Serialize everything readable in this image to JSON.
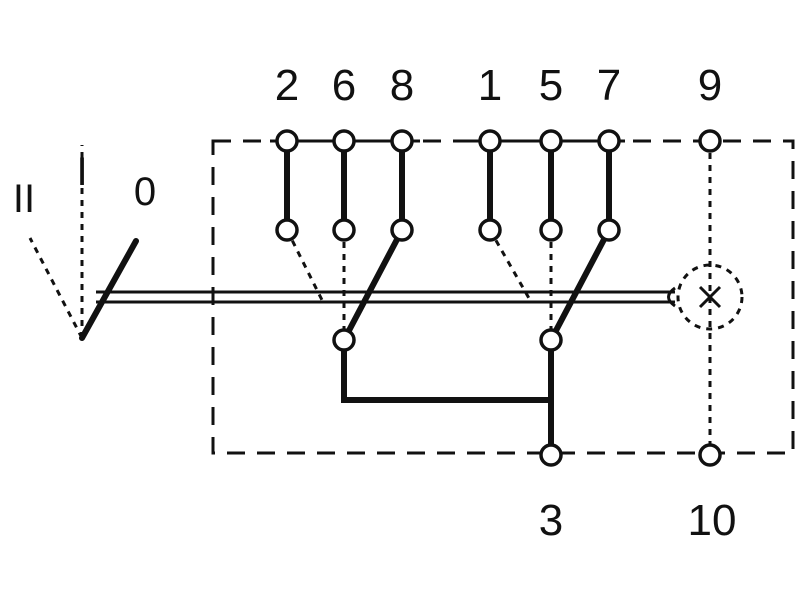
{
  "diagram": {
    "terminals_top": [
      "2",
      "6",
      "8",
      "1",
      "5",
      "7",
      "9"
    ],
    "terminals_bottom": [
      "3",
      "10"
    ],
    "positions": {
      "off": "0",
      "one": "I",
      "two": "II"
    }
  }
}
